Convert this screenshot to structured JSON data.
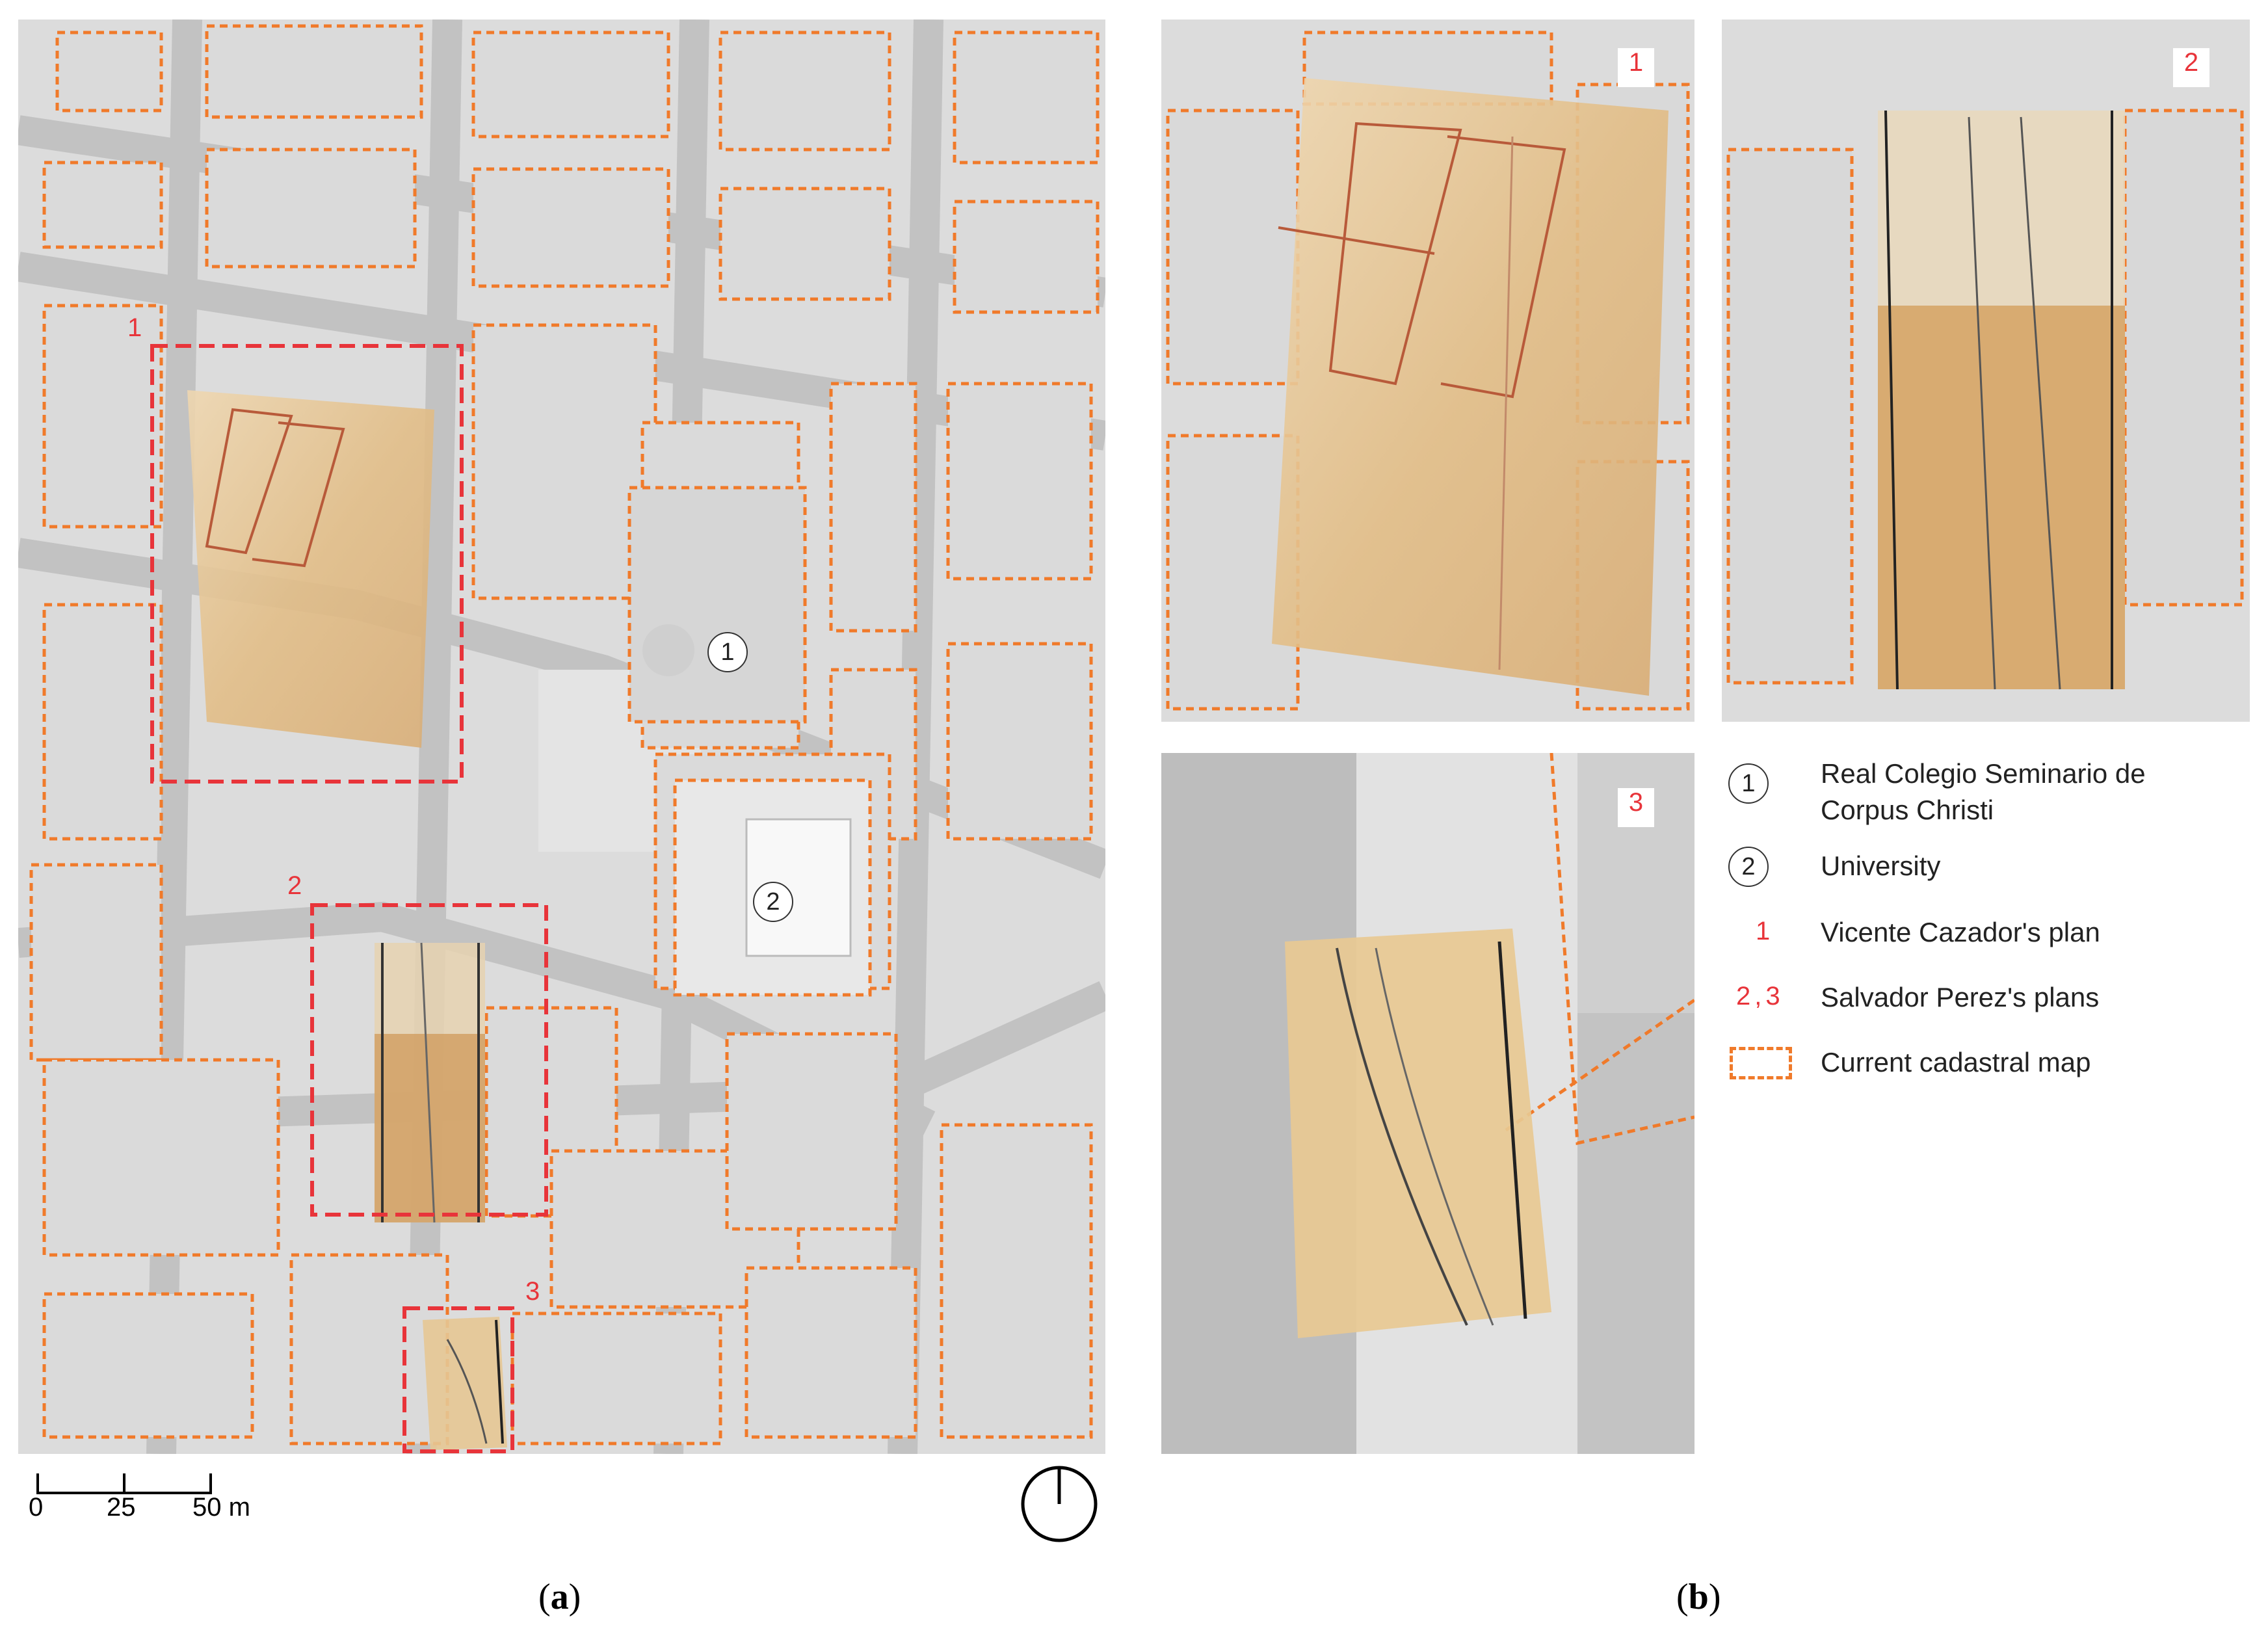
{
  "panel_a": {
    "boxes": [
      {
        "label": "1"
      },
      {
        "label": "2"
      },
      {
        "label": "3"
      }
    ],
    "landmarks": [
      {
        "label": "1"
      },
      {
        "label": "2"
      }
    ],
    "scale": {
      "ticks": [
        "0",
        "25",
        "50 m"
      ]
    },
    "north_icon": "north-arrow-icon",
    "caption": {
      "prefix": "(",
      "letter": "a",
      "suffix": ")"
    }
  },
  "panel_b": {
    "insets": [
      {
        "label": "1"
      },
      {
        "label": "2"
      },
      {
        "label": "3"
      }
    ],
    "caption": {
      "prefix": "(",
      "letter": "b",
      "suffix": ")"
    }
  },
  "legend": {
    "items": [
      {
        "symbol": "1",
        "symbol_style": "circle",
        "text_line1": "Real Colegio Seminario de",
        "text_line2": "Corpus Christi"
      },
      {
        "symbol": "2",
        "symbol_style": "circle",
        "text_line1": "University"
      },
      {
        "symbol": "1",
        "symbol_style": "red-text",
        "text_line1": "Vicente Cazador's plan"
      },
      {
        "symbol": "2,3",
        "symbol_style": "red-text",
        "text_line1": "Salvador Perez's plans"
      },
      {
        "symbol": "",
        "symbol_style": "dashed-box",
        "text_line1": "Current cadastral map"
      }
    ]
  },
  "colors": {
    "cadastral_line": "#f07a2a",
    "plan_box": "#e8343a",
    "street": "#c4c4c4",
    "block": "#dddddd",
    "parchment": "#e3c08c"
  }
}
